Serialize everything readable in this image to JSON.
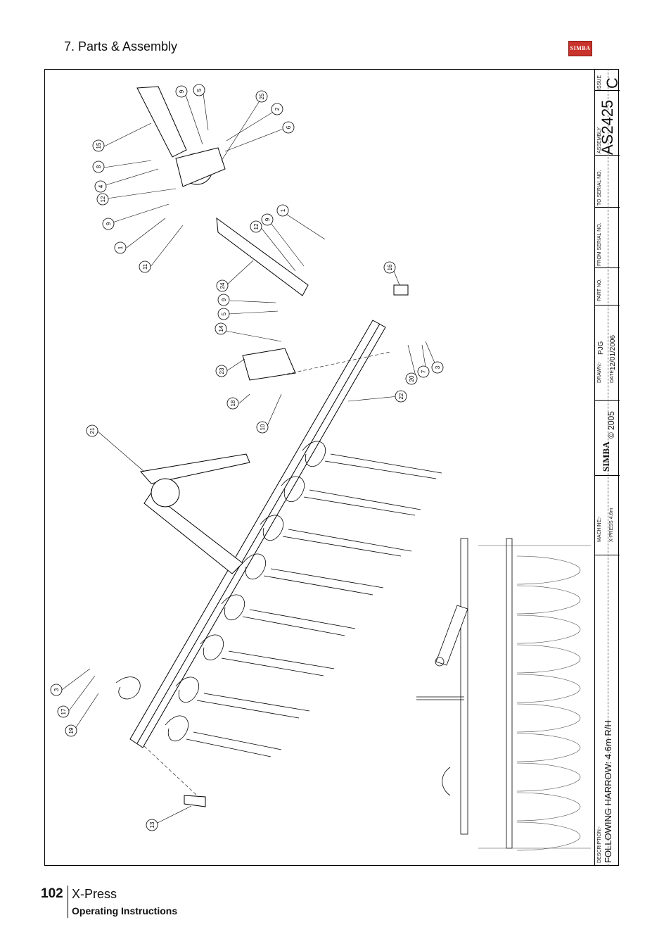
{
  "header": {
    "section_title": "7. Parts & Assembly",
    "logo_text": "SIMBA"
  },
  "title_block": {
    "issue_label": "ISSUE",
    "issue_value": "C",
    "assembly_label": "ASSEMBLY",
    "assembly_value": "AS2425",
    "to_serial_label": "TO SERIAL NO.",
    "from_serial_label": "FROM SERIAL NO.",
    "part_no_label": "PART NO.",
    "drawn_label": "DRAWN:-",
    "drawn_value": "PJG",
    "date_label": "DATE:-",
    "date_value": "12/01/2006",
    "copyright": "© 2005",
    "brand": "SIMBA",
    "machine_label": "MACHINE:-",
    "machine_value": "X-PRESS 4.6m",
    "description_label": "DESCRIPTION:-",
    "description_value": "FOLLOWING HARROW: 4.6m R/H"
  },
  "callouts": [
    "9",
    "5",
    "25",
    "2",
    "6",
    "15",
    "8",
    "4",
    "12",
    "9",
    "1",
    "11",
    "12",
    "9",
    "1",
    "24",
    "9",
    "5",
    "14",
    "23",
    "16",
    "20",
    "7",
    "3",
    "22",
    "18",
    "10",
    "21",
    "3",
    "17",
    "19",
    "13"
  ],
  "footer": {
    "page_number": "102",
    "product_name": "X-Press",
    "manual_type": "Operating Instructions"
  },
  "colors": {
    "logo_red": "#c8332b",
    "line": "#000000"
  }
}
